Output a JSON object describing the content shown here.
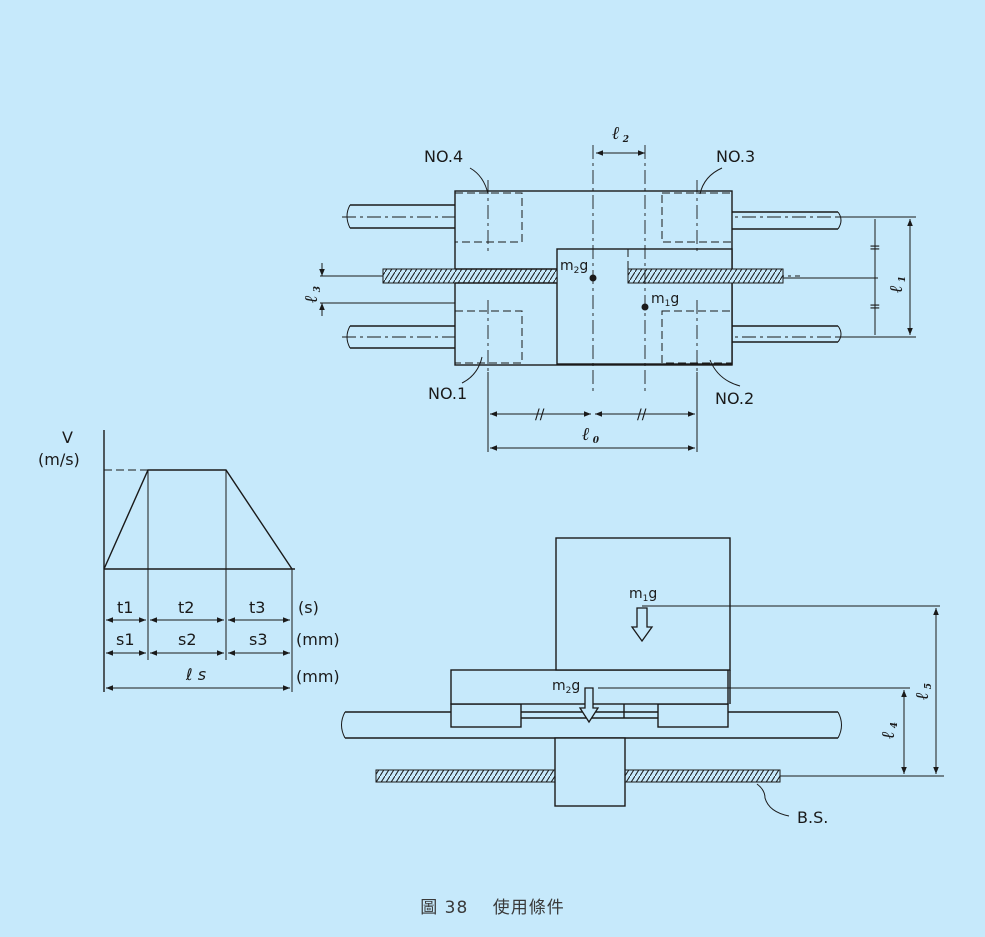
{
  "caption": "圖 38　 使用條件",
  "top_view": {
    "labels": {
      "no4": "NO.4",
      "no3": "NO.3",
      "no1": "NO.1",
      "no2": "NO.2",
      "m2g_m": "m",
      "m2g_sub": "2",
      "m2g_g": "g",
      "m1g_m": "m",
      "m1g_sub": "1",
      "m1g_g": "g",
      "l2_main": "ℓ",
      "l2_sub": "2",
      "l1_main": "ℓ",
      "l1_sub": "1",
      "l3_main": "ℓ",
      "l3_sub": "3",
      "l0_main": "ℓ",
      "l0_sub": "0"
    }
  },
  "velocity_graph": {
    "v_label": "V",
    "v_unit": "(m/s)",
    "t_labels": [
      "t1",
      "t2",
      "t3"
    ],
    "s_labels": [
      "s1",
      "s2",
      "s3"
    ],
    "ls_label": "ℓ s",
    "units": [
      "(s)",
      "(mm)",
      "(mm)"
    ]
  },
  "side_view": {
    "labels": {
      "m1g_m": "m",
      "m1g_sub": "1",
      "m1g_g": "g",
      "m2g_m": "m",
      "m2g_sub": "2",
      "m2g_g": "g",
      "l4_main": "ℓ",
      "l4_sub": "4",
      "l5_main": "ℓ",
      "l5_sub": "5",
      "bs": "B.S."
    }
  },
  "colors": {
    "background": "#c6e9fb",
    "line": "#1a1a1a",
    "caption": "#3a3a3a"
  }
}
